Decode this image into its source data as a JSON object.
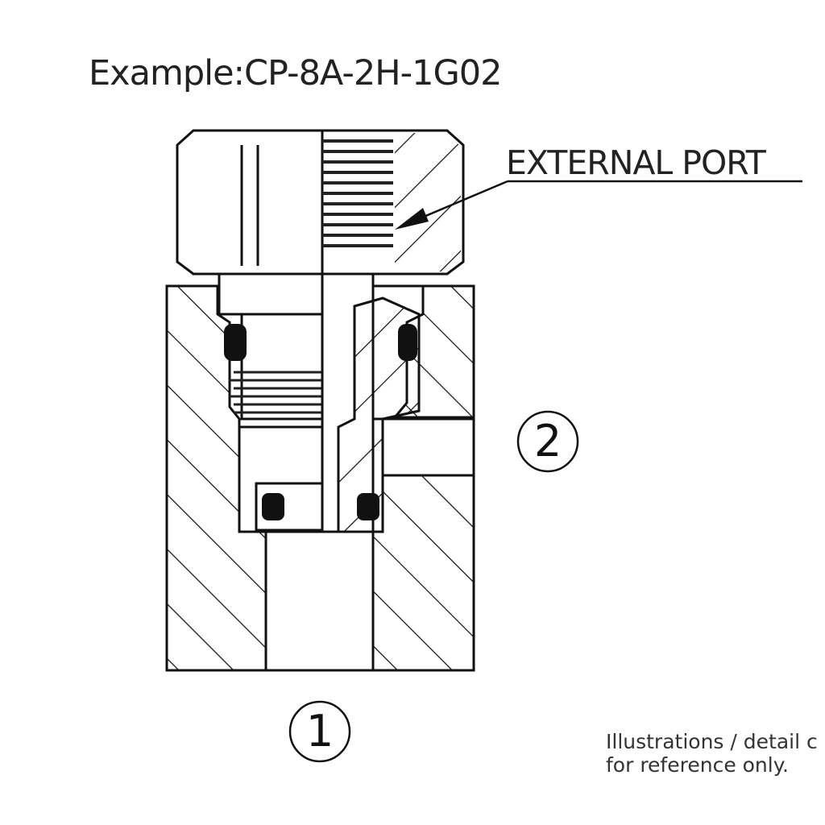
{
  "title": "Example:CP-8A-2H-1G02",
  "callout": "EXTERNAL PORT",
  "ports": {
    "port1": "1",
    "port2": "2"
  },
  "note": {
    "line1": "Illustrations / detail c",
    "line2": "for reference only."
  }
}
